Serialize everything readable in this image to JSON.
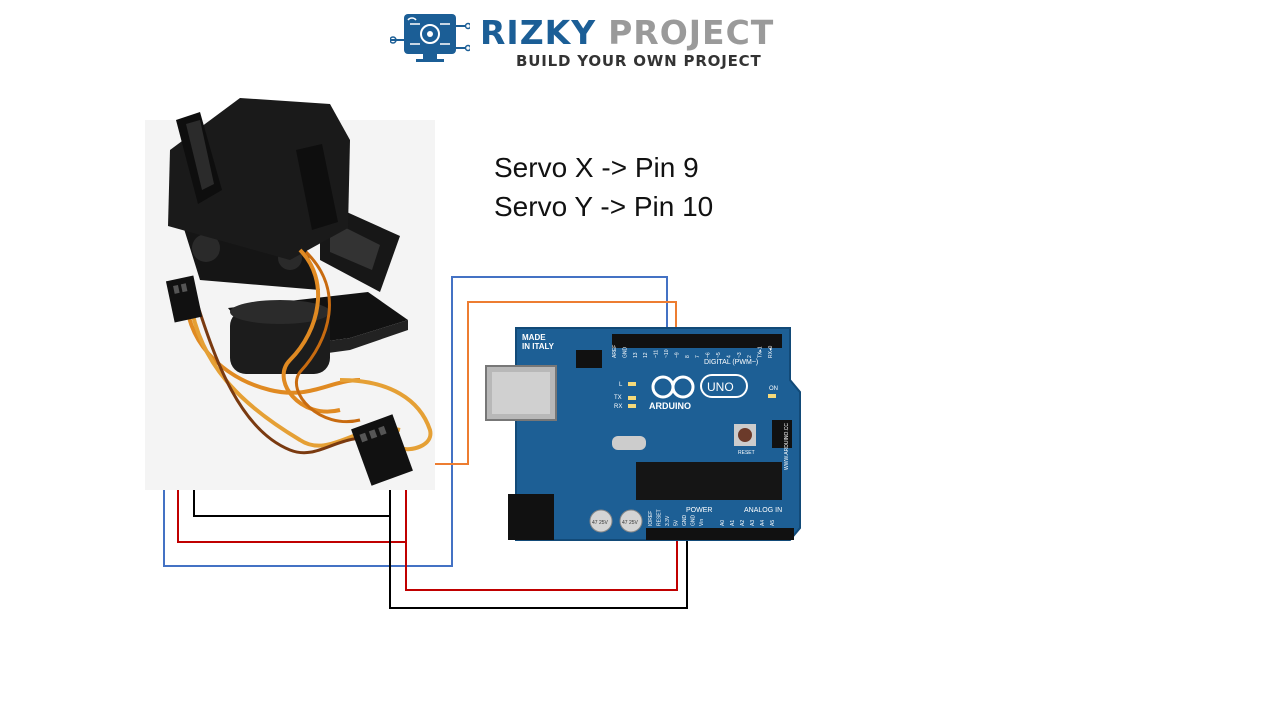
{
  "logo": {
    "brand": "RIZKY",
    "brand2": "PROJECT",
    "tagline": "BUILD YOUR OWN PROJECT",
    "colors": {
      "primary": "#1b5e96",
      "secondary": "#9a9a9a"
    }
  },
  "mapping": [
    {
      "text": "Servo X -> Pin 9"
    },
    {
      "text": "Servo Y -> Pin 10"
    }
  ],
  "board": {
    "made_in": "MADE",
    "made_in2": "IN ITALY",
    "brand": "ARDUINO",
    "model": "UNO",
    "digital_label": "DIGITAL (PWM~)",
    "power_label": "POWER",
    "analog_label": "ANALOG IN",
    "reset_label": "RESET",
    "on_label": "ON",
    "tx_label": "TX",
    "rx_label": "RX",
    "l_label": "L",
    "website": "WWW.ARDUINO.CC",
    "pins_digital": [
      "AREF",
      "GND",
      "13",
      "12",
      "~11",
      "~10",
      "~9",
      "8",
      "7",
      "~6",
      "~5",
      "4",
      "~3",
      "2",
      "TX▸1",
      "RX◂0"
    ],
    "pins_power": [
      "IOREF",
      "RESET",
      "3.3V",
      "5V",
      "GND",
      "GND",
      "Vin"
    ],
    "pins_analog": [
      "A0",
      "A1",
      "A2",
      "A3",
      "A4",
      "A5"
    ],
    "cap_text": "47 25V",
    "board_color": "#1d5f95"
  },
  "wires": {
    "colors": {
      "signal_x": "#4472c4",
      "signal_y": "#ed7d31",
      "vcc": "#c00000",
      "gnd": "#000000"
    }
  }
}
